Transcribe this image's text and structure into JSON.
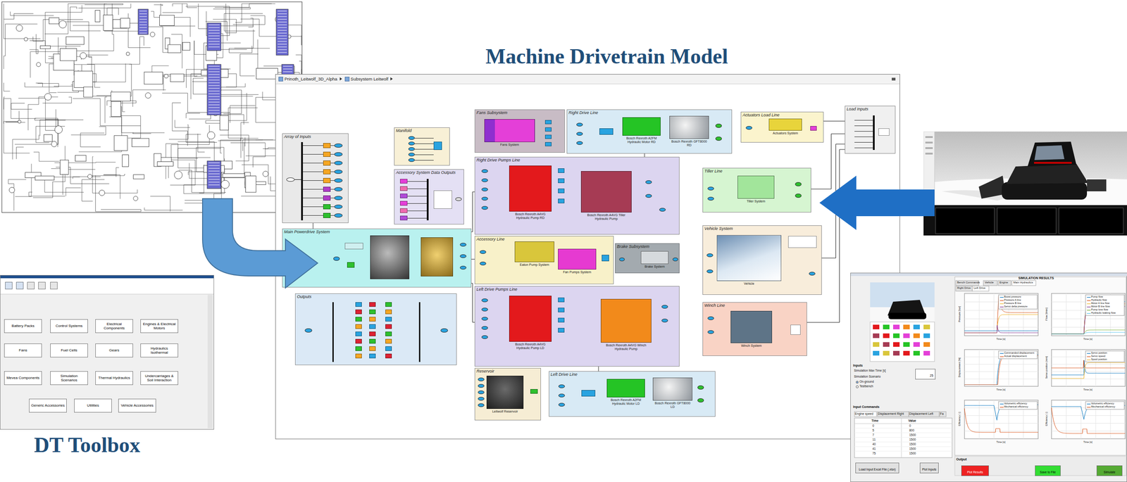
{
  "diagram": {
    "title": "Machine Drivetrain Model",
    "nodes": [
      {
        "text": [
          "Prinoth_Leitwolf_3D_Alpha",
          "Subsystem Leitwolf"
        ]
      },
      {
        "text": [
          "Array of Inputs"
        ],
        "in": 0
      },
      {
        "text": [
          "Manifold"
        ],
        "in": 0
      },
      {
        "text": [
          "Accessory System Data Outputs"
        ],
        "in": 0
      },
      {
        "text": [
          "Main Powerdrive System"
        ],
        "in": 0
      },
      {
        "text": [
          "Outputs"
        ],
        "in": 0
      },
      {
        "text": [
          "Fans Subsystem"
        ],
        "in": 0
      },
      {
        "text": [
          "Fans System"
        ],
        "in": 6
      },
      {
        "text": [
          "Right Drive Line"
        ],
        "in": 0
      },
      {
        "text": [
          "Bosch Rexroth A2FM Hydraulic Motor RD"
        ],
        "in": 8
      },
      {
        "text": [
          "Bosch Rexroth GFT8000 RD"
        ],
        "in": 8
      },
      {
        "text": [
          "Right Drive Pumps Line"
        ],
        "in": 0
      },
      {
        "text": [
          "Bosch Rexroth A4VG Hydraulic Pump RD"
        ],
        "in": 11
      },
      {
        "text": [
          "Bosch Rexroth A4VG Tiller Hydraulic Pump"
        ],
        "in": 11
      },
      {
        "text": [
          "Accessory Line"
        ],
        "in": 0
      },
      {
        "text": [
          "Eaton Pump System"
        ],
        "in": 14
      },
      {
        "text": [
          "Fan Pumps System"
        ],
        "in": 14
      },
      {
        "text": [
          "Brake Subsystem"
        ],
        "in": 0
      },
      {
        "text": [
          "Brake System"
        ],
        "in": 17
      },
      {
        "text": [
          "Left Drive Pumps Line"
        ],
        "in": 0
      },
      {
        "text": [
          "Bosch Rexroth A4VG Hydraulic Pump LD"
        ],
        "in": 19
      },
      {
        "text": [
          "Bosch Rexroth A4VG Winch Hydraulic Pump"
        ],
        "in": 19
      },
      {
        "text": [
          "Reservoir"
        ],
        "in": 0
      },
      {
        "text": [
          "Leitwolf Reservoir"
        ],
        "in": 22
      },
      {
        "text": [
          "Left Drive Line"
        ],
        "in": 0
      },
      {
        "text": [
          "Bosch Rexroth A2FM Hydraulic Motor LD"
        ],
        "in": 24
      },
      {
        "text": [
          "Bosch Rexroth GFT8000 LD"
        ],
        "in": 24
      },
      {
        "text": [
          "Actuators Load Line"
        ],
        "in": 0
      },
      {
        "text": [
          "Actuators System"
        ],
        "in": 27
      },
      {
        "text": [
          "Load Inputs"
        ],
        "in": 0
      },
      {
        "text": [
          "Tiller Line"
        ],
        "in": 0
      },
      {
        "text": [
          "Tiller System"
        ],
        "in": 30
      },
      {
        "text": [
          "Vehicle System"
        ],
        "in": 0
      },
      {
        "text": [
          "Vehicle"
        ],
        "in": 32
      },
      {
        "text": [
          "Winch Line"
        ],
        "in": 0
      },
      {
        "text": [
          "Winch System"
        ],
        "in": 34
      },
      {
        "text": [
          "DT Toolbox"
        ]
      },
      {
        "text": [
          "Battery Packs"
        ],
        "in": 36
      },
      {
        "text": [
          "Control Systems"
        ],
        "in": 36
      },
      {
        "text": [
          "Electrical Components"
        ],
        "in": 36
      },
      {
        "text": [
          "Engines & Electrical Motors"
        ],
        "in": 36
      },
      {
        "text": [
          "Fans"
        ],
        "in": 36
      },
      {
        "text": [
          "Fuel Cells"
        ],
        "in": 36
      },
      {
        "text": [
          "Gears"
        ],
        "in": 36
      },
      {
        "text": [
          "Hydraulics Isothermal"
        ],
        "in": 36
      },
      {
        "text": [
          "Mevea Components"
        ],
        "in": 36
      },
      {
        "text": [
          "Simulation Scenarios"
        ],
        "in": 36
      },
      {
        "text": [
          "Thermal Hydraulics"
        ],
        "in": 36
      },
      {
        "text": [
          "Undercarriages & Soil Interaction"
        ],
        "in": 36
      },
      {
        "text": [
          "Generic Accessories"
        ],
        "in": 36
      },
      {
        "text": [
          "Utilities"
        ],
        "in": 36
      },
      {
        "text": [
          "Vehicle Accessories"
        ],
        "in": 36
      },
      {
        "text": [
          "SIMULATION RESULTS"
        ]
      },
      {
        "text": [
          "Load Input Excel File (.xlsx)"
        ],
        "in": 52
      },
      {
        "text": [
          "Plot Inputs"
        ],
        "in": 52
      },
      {
        "text": [
          "Plot Results"
        ],
        "in": 52
      },
      {
        "text": [
          "Save to File"
        ],
        "in": 52
      },
      {
        "text": [
          "Simulate"
        ],
        "in": 52
      },
      {
        "text": [
          "25"
        ],
        "in": 52
      }
    ],
    "edges": [
      {
        "from": 1,
        "to": 4,
        "arrow": "none"
      },
      {
        "from": 4,
        "to": 11,
        "arrow": "none"
      },
      {
        "from": 4,
        "to": 14,
        "arrow": "none"
      },
      {
        "from": 4,
        "to": 19,
        "arrow": "none"
      },
      {
        "from": 11,
        "to": 8,
        "arrow": "none"
      },
      {
        "from": 19,
        "to": 24,
        "arrow": "none"
      },
      {
        "from": 29,
        "to": 27,
        "arrow": "none"
      },
      {
        "from": 29,
        "to": 30,
        "arrow": "none"
      },
      {
        "from": 29,
        "to": 32,
        "arrow": "none"
      },
      {
        "from": 29,
        "to": 34,
        "arrow": "none"
      }
    ],
    "labels": [
      "Inputs",
      "Simulation Max Time [s]",
      "Simulation Scenario",
      "On-ground",
      "Testbench",
      "Input Commands",
      "Engine speed",
      "Displacement Right",
      "Displacement Left",
      "Fa",
      "Time",
      "Value",
      "0",
      "0",
      "5",
      "800",
      "7",
      "1500",
      "11",
      "1500",
      "40",
      "1500",
      "41",
      "1500",
      "75",
      "1500",
      "Bench Commands",
      "Vehicle",
      "Engine",
      "Main Hydraulics",
      "Right Drive",
      "Left Drive",
      "Output",
      "Pressure [bar]",
      "Time [s]",
      "Boost pressure",
      "Pressure A line",
      "Pressure B line",
      "Servo delta pressure",
      "Flow [l/min]",
      "Time [s]",
      "Pump flow",
      "Hydraulic flow",
      "Motor A line flow",
      "Motor B line flow",
      "Pump loss flow",
      "Hydraulic leaking flow",
      "Displacement [%]",
      "Time [s]",
      "Commanded displacement",
      "Actual displacement",
      "Servo position [mm]",
      "Time [s]",
      "Servo position",
      "Servo speed",
      "Spool position",
      "Efficiency [-]",
      "Time [s]",
      "Volumetric efficiency",
      "Mechanical efficiency",
      "Efficiency [-]",
      "Time [s]",
      "Volumetric efficiency",
      "Mechanical efficiency"
    ]
  }
}
